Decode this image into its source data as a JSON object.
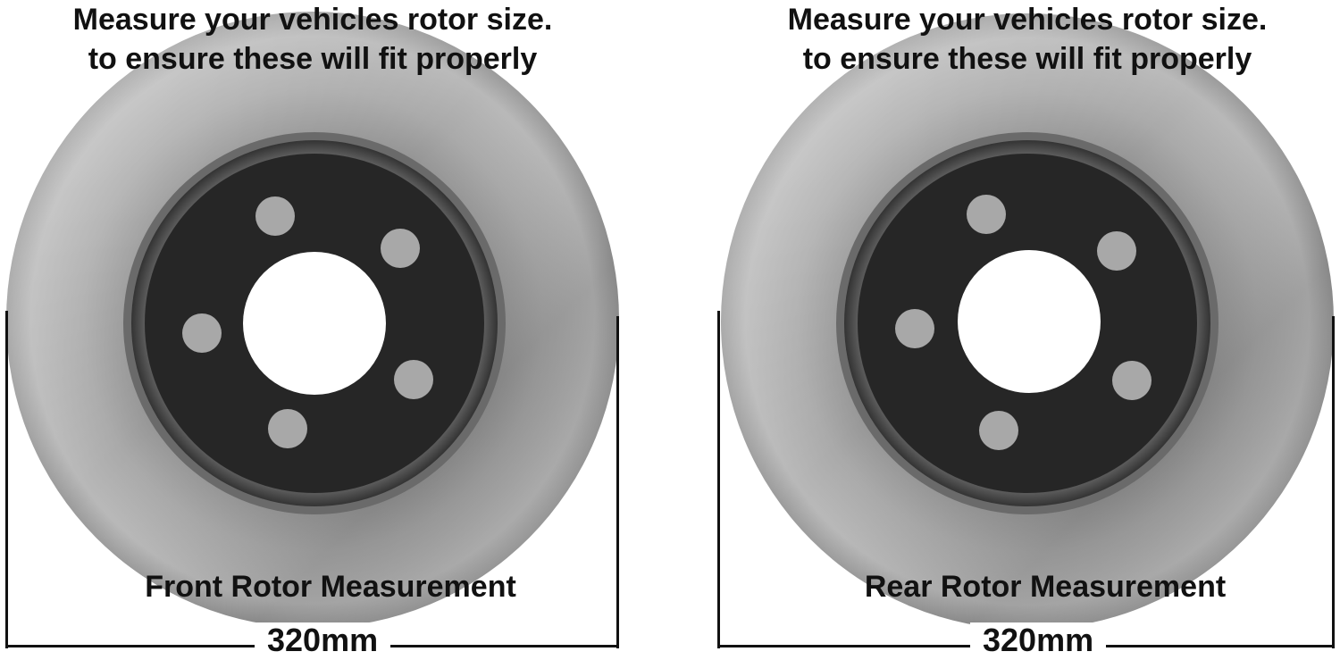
{
  "panels": [
    {
      "heading_line1": "Measure your vehicles rotor size.",
      "heading_line2": "to ensure these will fit properly",
      "caption": "Front Rotor Measurement",
      "measurement": "320mm"
    },
    {
      "heading_line1": "Measure your vehicles rotor size.",
      "heading_line2": "to ensure these will fit properly",
      "caption": "Rear Rotor Measurement",
      "measurement": "320mm"
    }
  ],
  "colors": {
    "rotor_disc": "#9a9a9a",
    "hub": "#262626",
    "lug_holes": "#a8a8a8",
    "background": "#ffffff"
  }
}
